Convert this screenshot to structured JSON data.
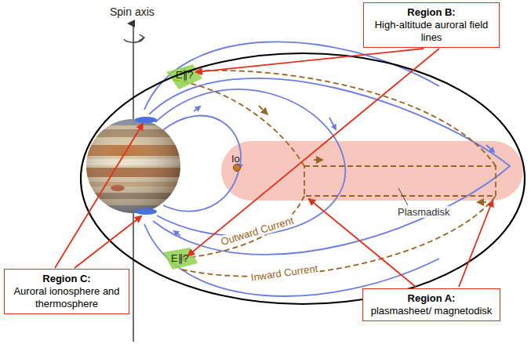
{
  "diagram": {
    "nodes": [
      {
        "text": [
          "Region B:",
          "High-altitude auroral field lines"
        ]
      },
      {
        "text": [
          "Region C:",
          "Auroral ionosphere and thermosphere"
        ]
      },
      {
        "text": [
          "Region A:",
          "plasmasheet/ magnetodisk"
        ]
      }
    ],
    "labels": [
      "Spin axis",
      "E∥?",
      "E∥?",
      "Io",
      "Outward Current",
      "Inward Current",
      "Plasmadisk"
    ]
  }
}
